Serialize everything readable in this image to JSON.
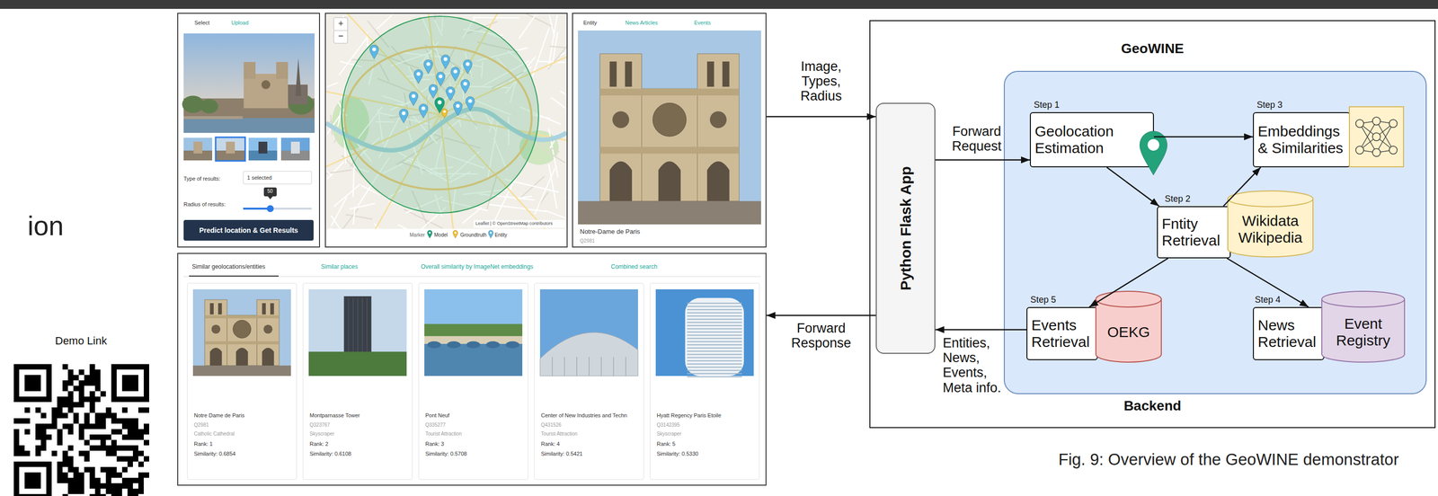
{
  "diagram": {
    "caption": "Fig. 9: Overview of the GeoWINE demonstrator",
    "nodes": [
      {
        "text": [
          "Select",
          "Upload",
          "Type of results:",
          "1 selected",
          "Radius of results:",
          "50"
        ]
      },
      {
        "text": [
          "Predict location & Get Results"
        ],
        "in": 0
      },
      {
        "text": [
          "+",
          "−",
          "Leaflet | © OpenStreetMap contributors",
          "Marker",
          "Model",
          "Groundtruth",
          "Entity"
        ]
      },
      {
        "text": [
          "Entity",
          "News Articles",
          "Events",
          "Notre-Dame de Paris",
          "Q2981"
        ]
      },
      {
        "text": [
          "Similar geolocations/entities",
          "Similar places",
          "Overall similarity by ImageNet embeddings",
          "Combined search"
        ]
      },
      {
        "text": [
          "Notre Dame de Paris",
          "Q2981",
          "Catholic Cathedral",
          "Rank: 1",
          "Similarity: 0.6854"
        ],
        "in": 4
      },
      {
        "text": [
          "Montparnasse Tower",
          "Q323767",
          "Skyscraper",
          "Rank: 2",
          "Similarity: 0.6108"
        ],
        "in": 4
      },
      {
        "text": [
          "Pont Neuf",
          "Q335277",
          "Tourist Attraction",
          "Rank: 3",
          "Similarity: 0.5708"
        ],
        "in": 4
      },
      {
        "text": [
          "Center of New Industries and Techn",
          "Q431526",
          "Tourist Attraction",
          "Rank: 4",
          "Similarity: 0.5421"
        ],
        "in": 4
      },
      {
        "text": [
          "Hyatt Regency Paris Etoile",
          "Q3142395",
          "Skyscraper",
          "Rank: 5",
          "Similarity: 0.5330"
        ],
        "in": 4
      },
      {
        "text": [
          "GeoWINE",
          "Backend"
        ]
      },
      {
        "text": [
          "Python Flask App"
        ],
        "in": 10
      },
      {
        "text": [
          "Step 1",
          "Geolocation Estimation"
        ],
        "in": 10
      },
      {
        "text": [
          "Step 3",
          "Embeddings & Similarities"
        ],
        "in": 10
      },
      {
        "text": [
          "Step 2",
          "Fntity Retrieval"
        ],
        "in": 10
      },
      {
        "text": [
          "Wikidata Wikipedia"
        ],
        "in": 10
      },
      {
        "text": [
          "Step 5",
          "Events Retrieval"
        ],
        "in": 10
      },
      {
        "text": [
          "OEKG"
        ],
        "in": 10
      },
      {
        "text": [
          "Step 4",
          "News Retrieval"
        ],
        "in": 10
      },
      {
        "text": [
          "Event Registry"
        ],
        "in": 10
      }
    ],
    "edges": [
      {
        "from": 3,
        "to": 11,
        "arrow": "to",
        "label": "Image, Types, Radius"
      },
      {
        "from": 11,
        "to": 12,
        "arrow": "to",
        "label": "Forward Request"
      },
      {
        "from": 12,
        "to": 13,
        "arrow": "to"
      },
      {
        "from": 12,
        "to": 14,
        "arrow": "to"
      },
      {
        "from": 14,
        "to": 13,
        "arrow": "to"
      },
      {
        "from": 14,
        "to": 18,
        "arrow": "to"
      },
      {
        "from": 14,
        "to": 16,
        "arrow": "to"
      },
      {
        "from": 16,
        "to": 11,
        "arrow": "to",
        "label": "Entities, News, Events, Meta info."
      },
      {
        "from": 11,
        "to": 4,
        "arrow": "to",
        "label": "Forward Response"
      }
    ],
    "labels": [
      "ion",
      "Demo Link"
    ]
  }
}
